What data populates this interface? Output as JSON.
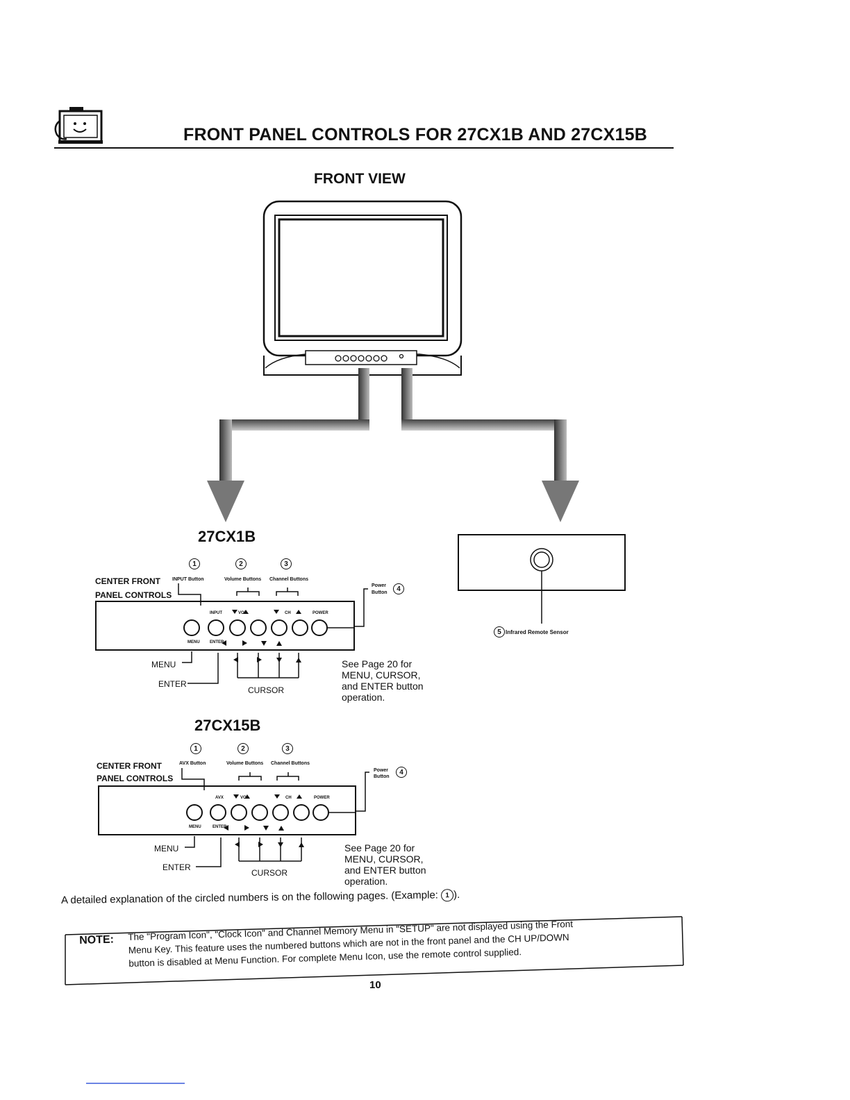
{
  "header": {
    "title": "FRONT PANEL CONTROLS FOR 27CX1B AND 27CX15B",
    "icon": "tv-mascot-icon"
  },
  "front_view": {
    "label": "FRONT VIEW"
  },
  "panel_a": {
    "model": "27CX1B",
    "center_front_1": "CENTER FRONT",
    "center_front_2": "PANEL CONTROLS",
    "input_label": "INPUT Button",
    "volume_label": "Volume Buttons",
    "channel_label": "Channel Buttons",
    "power_label_1": "Power",
    "power_label_2": "Button",
    "top_input": "INPUT",
    "top_vol": "VOL",
    "top_ch": "CH",
    "top_power": "POWER",
    "bottom_menu": "MENU",
    "bottom_enter": "ENTER",
    "menu": "MENU",
    "enter": "ENTER",
    "cursor": "CURSOR",
    "see_1": "See Page 20 for",
    "see_2": "MENU, CURSOR,",
    "see_3": "and ENTER button",
    "see_4": "operation."
  },
  "panel_b": {
    "model": "27CX15B",
    "center_front_1": "CENTER FRONT",
    "center_front_2": "PANEL CONTROLS",
    "input_label": "AVX Button",
    "volume_label": "Volume Buttons",
    "channel_label": "Channel Buttons",
    "power_label_1": "Power",
    "power_label_2": "Button",
    "top_input": "AVX",
    "top_vol": "VOL",
    "top_ch": "CH",
    "top_power": "POWER",
    "bottom_menu": "MENU",
    "bottom_enter": "ENTER",
    "menu": "MENU",
    "enter": "ENTER",
    "cursor": "CURSOR",
    "see_1": "See Page 20 for",
    "see_2": "MENU, CURSOR,",
    "see_3": "and ENTER button",
    "see_4": "operation."
  },
  "circled": {
    "n1": "1",
    "n2": "2",
    "n3": "3",
    "n4": "4",
    "n5": "5"
  },
  "sensor": {
    "label": "Infrared Remote Sensor"
  },
  "explanation": {
    "text": "A detailed  explanation of the circled numbers is on the following pages. (Example:",
    "suffix": ")."
  },
  "note": {
    "label": "NOTE:",
    "line1": "The \"Program Icon\", \"Clock Icon\" and Channel Memory Menu in \"SETUP\" are not displayed using the Front",
    "line2": "Menu Key.  This feature uses the numbered buttons which are not in the front panel and the CH UP/DOWN",
    "line3": "button is disabled at Menu Function.  For complete Menu Icon, use the remote control supplied."
  },
  "page_number": "10"
}
